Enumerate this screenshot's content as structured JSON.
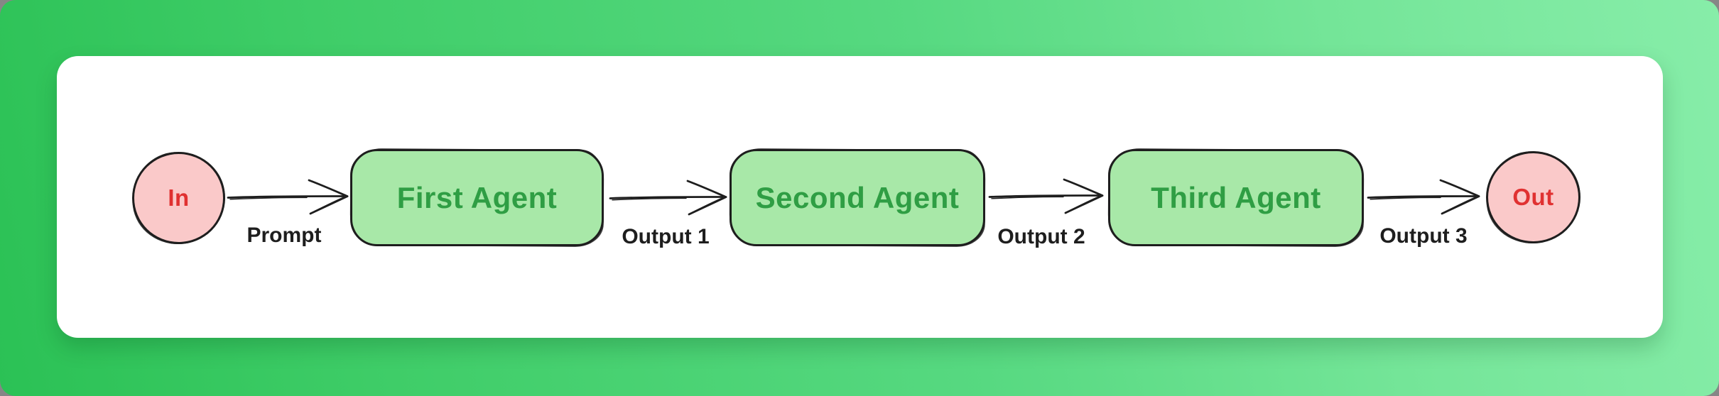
{
  "diagram": {
    "title": "agent-chain-flow",
    "nodes": [
      {
        "id": "in",
        "type": "circle",
        "label": "In",
        "fill": "#fac9c9",
        "text_color": "#e03131"
      },
      {
        "id": "first-agent",
        "type": "rect",
        "label": "First Agent",
        "fill": "#a8e8a8",
        "text_color": "#2f9e44"
      },
      {
        "id": "second-agent",
        "type": "rect",
        "label": "Second Agent",
        "fill": "#a8e8a8",
        "text_color": "#2f9e44"
      },
      {
        "id": "third-agent",
        "type": "rect",
        "label": "Third Agent",
        "fill": "#a8e8a8",
        "text_color": "#2f9e44"
      },
      {
        "id": "out",
        "type": "circle",
        "label": "Out",
        "fill": "#fac9c9",
        "text_color": "#e03131"
      }
    ],
    "edges": [
      {
        "from": "in",
        "to": "first-agent",
        "label": "Prompt"
      },
      {
        "from": "first-agent",
        "to": "second-agent",
        "label": "Output 1"
      },
      {
        "from": "second-agent",
        "to": "third-agent",
        "label": "Output 2"
      },
      {
        "from": "third-agent",
        "to": "out",
        "label": "Output 3"
      }
    ],
    "colors": {
      "stroke": "#1e1e1e",
      "card_background": "#ffffff",
      "background_gradient_start": "#2bc155",
      "background_gradient_mid": "#57d981",
      "background_gradient_end": "#87eda9",
      "edge_label_text": "#1e1e1e"
    }
  }
}
